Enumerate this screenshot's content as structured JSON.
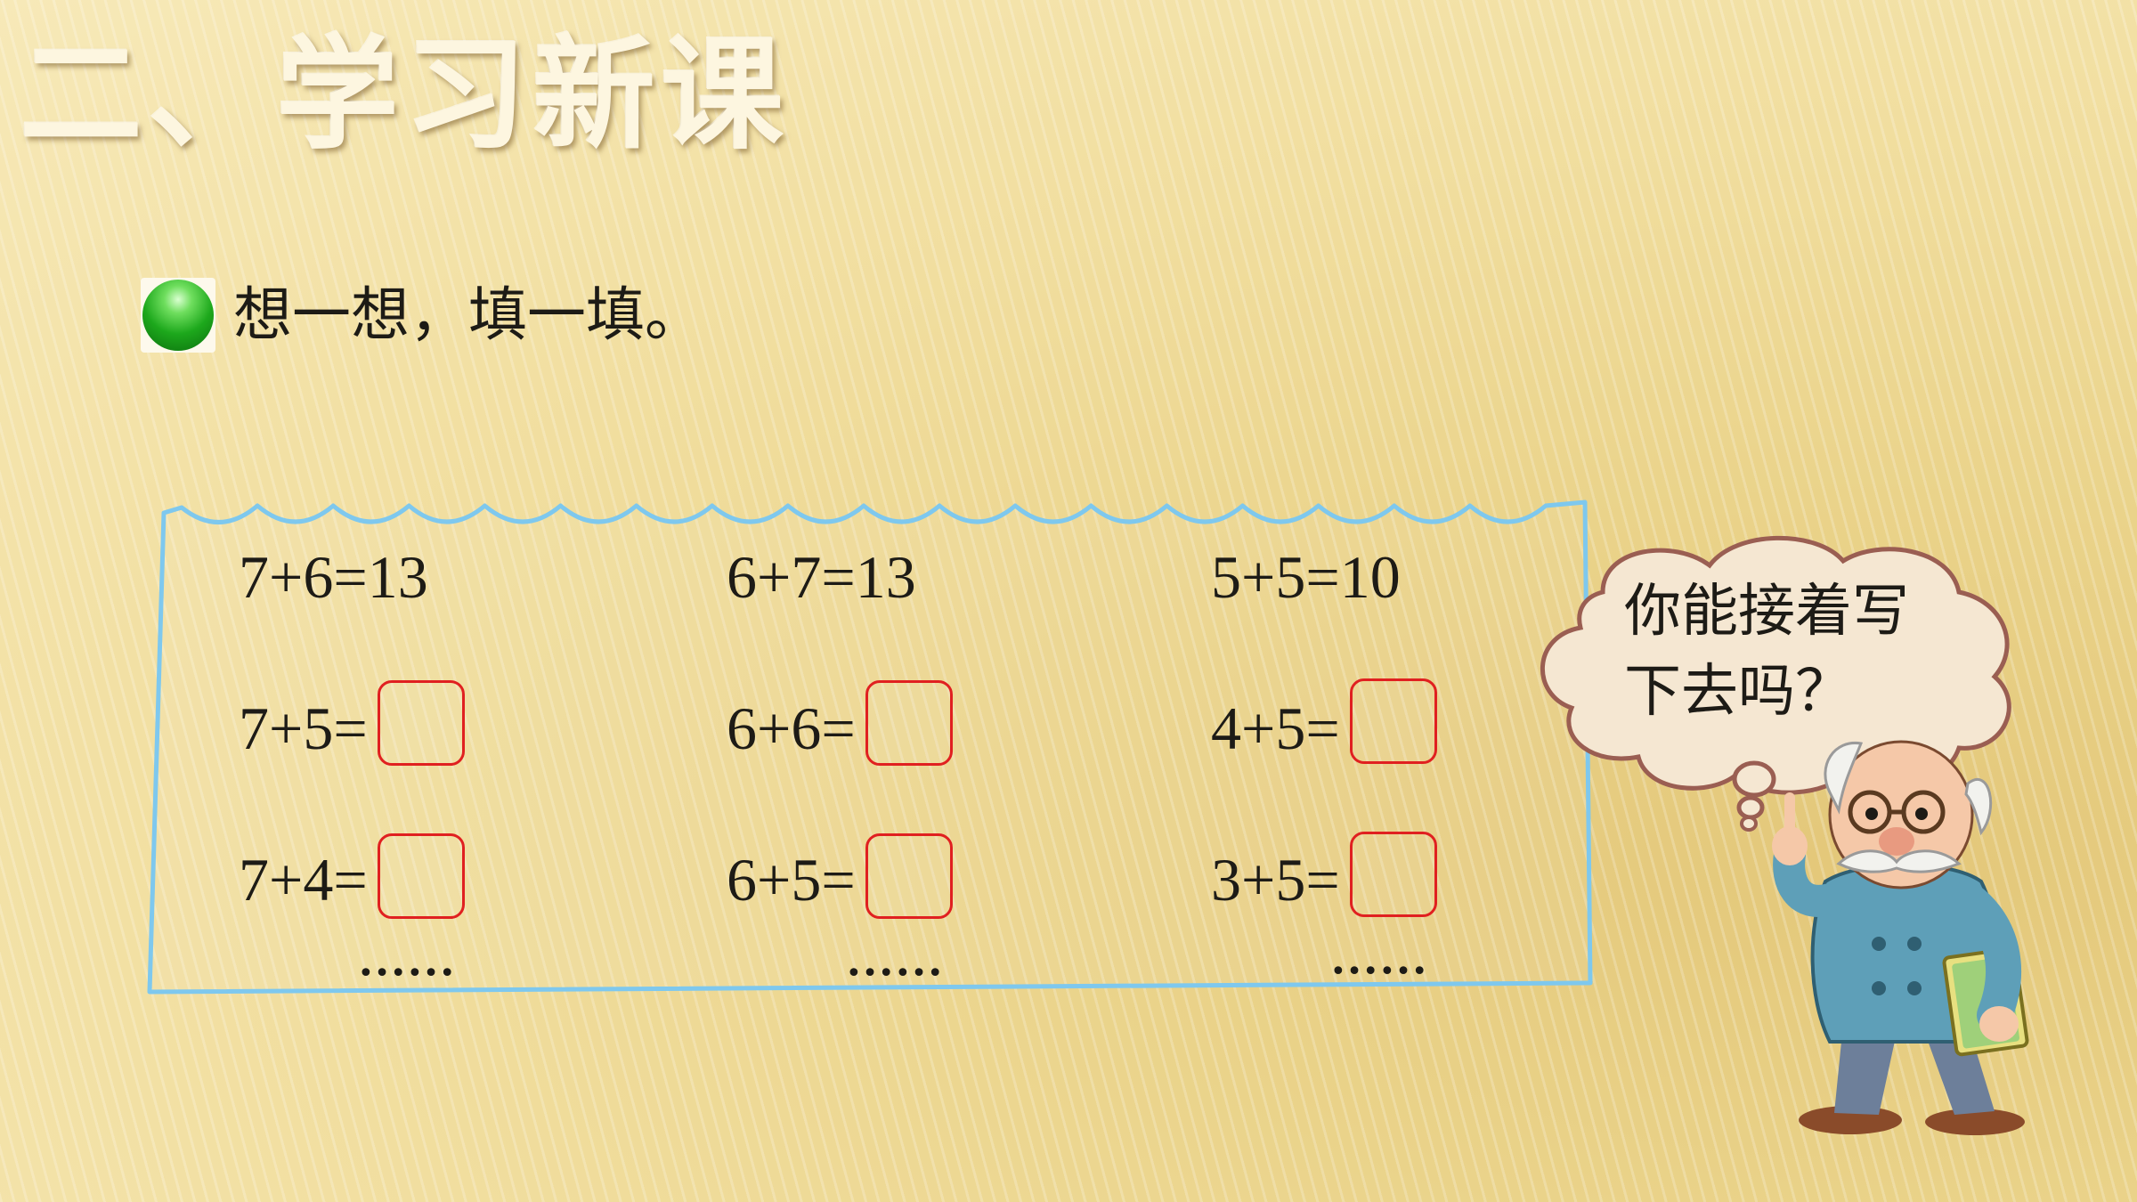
{
  "title": "二、学习新课",
  "instruction": "想一想，填一填。",
  "columns": [
    {
      "given": "7+6=13",
      "q1": "7+5=",
      "q2": "7+4=",
      "ellipsis": "……"
    },
    {
      "given": "6+7=13",
      "q1": "6+6=",
      "q2": "6+5=",
      "ellipsis": "……"
    },
    {
      "given": "5+5=10",
      "q1": "4+5=",
      "q2": "3+5=",
      "ellipsis": "……"
    }
  ],
  "speech": {
    "line1": "你能接着写",
    "line2": "下去吗？"
  },
  "colors": {
    "answer_box": "#e02020",
    "note_border": "#7ec8ee",
    "bullet": "#1da81c"
  }
}
